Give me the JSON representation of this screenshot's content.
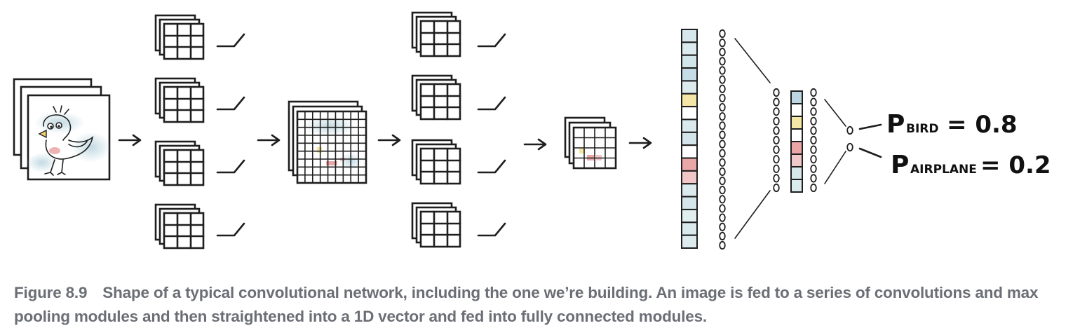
{
  "figure": {
    "number": "Figure 8.9",
    "caption": "Shape of a typical convolutional network, including the one we’re building. An image is fed to a series of convolutions and max pooling modules and then straightened into a 1D vector and fed into fully connected modules."
  },
  "outputs": [
    {
      "symbol": "P",
      "subscript": "BIRD",
      "value": "= 0.8"
    },
    {
      "symbol": "P",
      "subscript": "AIRPLANE",
      "value": "= 0.2"
    }
  ],
  "vector_cells": [
    "#d6e8ec",
    "#dbeaee",
    "#d2e6ea",
    "#c7dde6",
    "#dce9ed",
    "#f3e6a6",
    "#ffffff",
    "#dae9ed",
    "#d3e5ea",
    "#ffffff",
    "#e9a7a7",
    "#f1c6c6",
    "#dbeaed",
    "#d4e6ea",
    "#e1eef0",
    "#d9e9ec",
    "#dcebee"
  ],
  "small_vector_cells": [
    "#bcd6e2",
    "#ffffff",
    "#f3e6a6",
    "#ffffff",
    "#eaa6a6",
    "#f1c8c8",
    "#d7e8ea",
    "#dcebee"
  ],
  "colors": {
    "ink": "#1e1e1e",
    "caption": "#6b6f75",
    "teal": "#cfe3e8",
    "yellow": "#f3e6a6",
    "red": "#e9a7a7"
  }
}
